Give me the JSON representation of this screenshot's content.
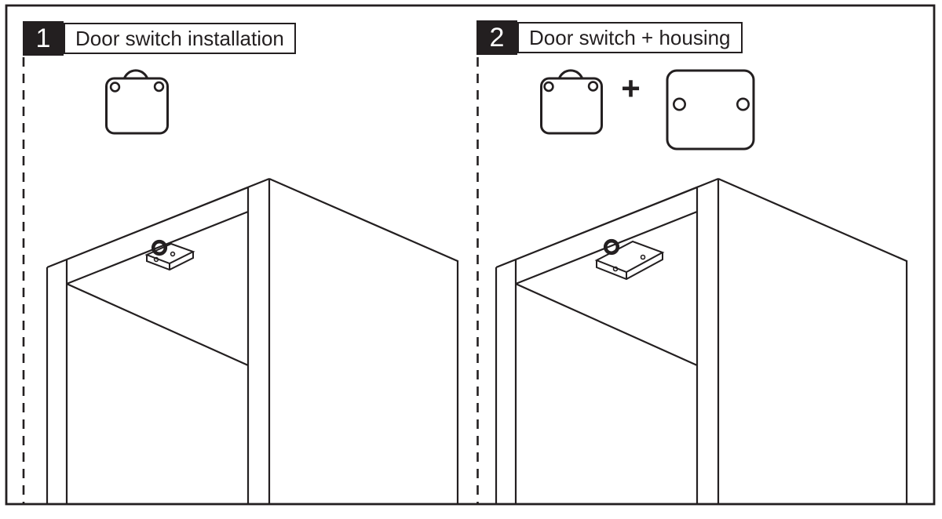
{
  "colors": {
    "ink": "#231f20",
    "paper": "#ffffff"
  },
  "panels": [
    {
      "number": "1",
      "title": "Door switch installation"
    },
    {
      "number": "2",
      "title": "Door switch + housing",
      "plus_sign": "+"
    }
  ],
  "icons": {
    "door_switch": "door-switch-icon",
    "housing": "housing-icon",
    "plus": "plus-icon"
  }
}
